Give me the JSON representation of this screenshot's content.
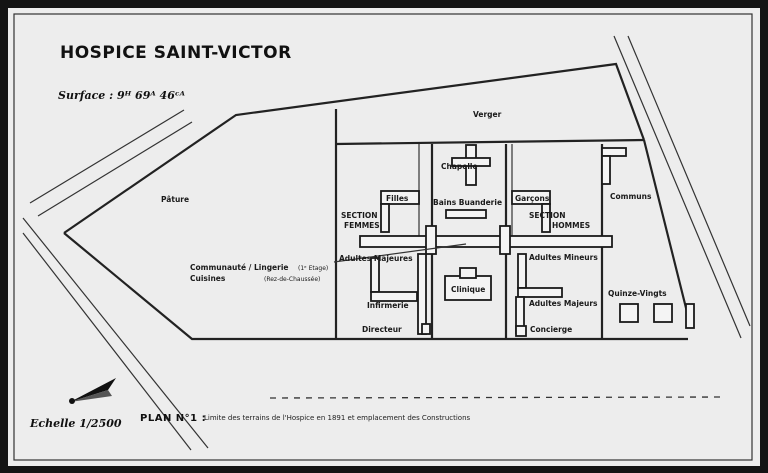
{
  "title": "HOSPICE SAINT-VICTOR",
  "surface": "Surface : 9ᴴ 69ᴬ 46ᶜᴬ",
  "labels": {
    "verger": "Verger",
    "pature": "Pâture",
    "chapelle": "Chapelle",
    "bains": "Bains Buanderie",
    "filles": "Filles",
    "garcons": "Garçons",
    "commun": "Communs",
    "section_femmes_1": "SECTION",
    "section_femmes_2": "FEMMES",
    "section_hommes_1": "SECTION",
    "section_hommes_2": "HOMMES",
    "adultes_majeures": "Adultes Majeures",
    "adultes_mineurs": "Adultes Mineurs",
    "adultes_majeurs": "Adultes Majeurs",
    "communaute": "Communauté / Lingerie",
    "etage": "(1ᵉ Etage)",
    "cuisines": "Cuisines",
    "rdc": "(Rez-de-Chaussée)",
    "clinique": "Clinique",
    "infirmerie": "Infirmerie",
    "directeur": "Directeur",
    "concierge": "Concierge",
    "quinze_vingts": "Quinze-Vingts"
  },
  "scale": "Echelle 1/2500",
  "plan_number": "PLAN N°1 :",
  "caption": "Limite des terrains de l'Hospice en 1891 et emplacement des Constructions"
}
